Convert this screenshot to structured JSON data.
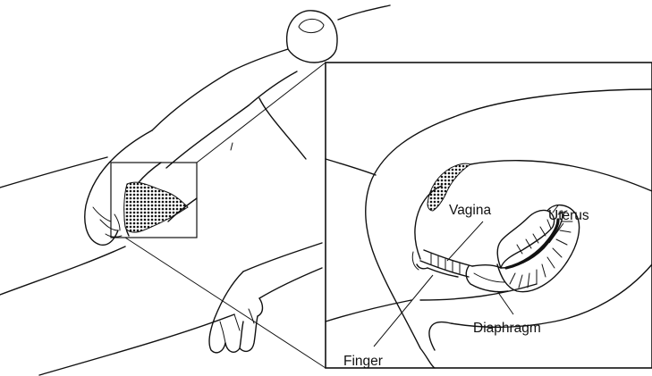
{
  "labels": {
    "vagina": "Vagina",
    "uterus": "Uterus",
    "diaphragm": "Diaphragm",
    "finger": "Finger"
  },
  "colors": {
    "ink": "#111111",
    "background": "#ffffff"
  }
}
